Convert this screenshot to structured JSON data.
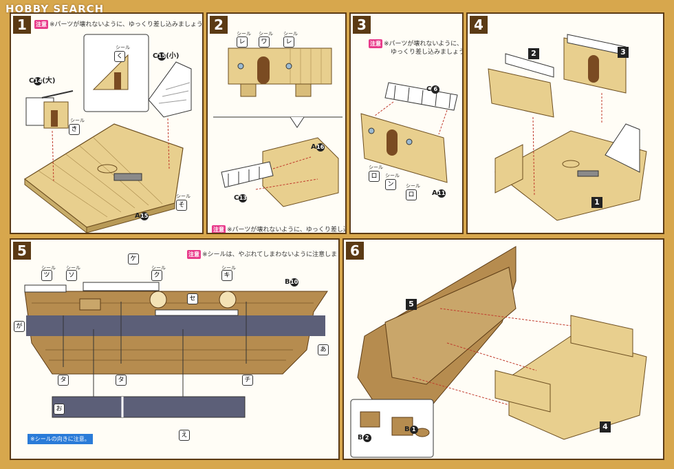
{
  "watermark": "HOBBY SEARCH",
  "steps": [
    {
      "num": "1",
      "note": "※パーツが壊れないように、ゆっくり差し込みましょう。",
      "labels": {
        "c14": "C",
        "c14_num": "14",
        "c14_size": "(大)",
        "c15": "C",
        "c15_num": "15",
        "c15_size": "(小)",
        "seal": "シール",
        "seal_ku": "く",
        "seal_ki": "き",
        "seal_so": "そ",
        "a15": "A",
        "a15_num": "15"
      }
    },
    {
      "num": "2",
      "labels": {
        "seal": "シール",
        "s1": "レ",
        "s2": "ワ",
        "s3": "レ",
        "a16": "A",
        "a16_num": "16",
        "c13": "C",
        "c13_num": "13"
      },
      "note": "※パーツが壊れないように、ゆっくり差し込みましょう。"
    },
    {
      "num": "3",
      "note_line1": "※パーツが壊れないように、",
      "note_line2": "ゆっくり差し込みましょう。",
      "labels": {
        "c6": "C",
        "c6_num": "6",
        "seal": "シール",
        "s_ro1": "ロ",
        "s_n": "ン",
        "s_ro2": "ロ",
        "a11": "A",
        "a11_num": "11"
      }
    },
    {
      "num": "4",
      "refs": [
        "2",
        "3",
        "1"
      ]
    },
    {
      "num": "5",
      "note": "※シールは、やぶれてしまわないように注意しましょう。",
      "labels": {
        "seal": "シール",
        "tsu": "ツ",
        "so": "ソ",
        "ke": "ケ",
        "ku": "ク",
        "ki": "キ",
        "se": "セ",
        "ga": "が",
        "a": "あ",
        "ta1": "タ",
        "ta2": "タ",
        "chi": "チ",
        "o": "お",
        "e": "え",
        "b10": "B",
        "b10_num": "10"
      },
      "bottom_note": "※シールの向きに注意。"
    },
    {
      "num": "6",
      "refs": [
        "5",
        "4"
      ],
      "labels": {
        "b2": "B",
        "b2_num": "2",
        "b1": "B",
        "b1_num": "1"
      }
    }
  ],
  "note_badge": "注意",
  "colors": {
    "frame": "#5b3a14",
    "wood_light": "#e8cf8e",
    "wood_dark": "#8a6a3b",
    "hull_blue": "#5c5f78",
    "accent": "#e83a8a"
  }
}
